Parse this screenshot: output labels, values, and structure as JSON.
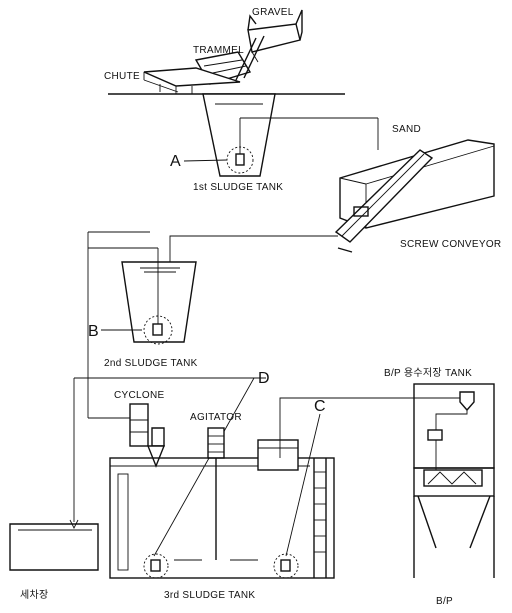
{
  "labels": {
    "gravel": "GRAVEL",
    "trammel": "TRAMMEL",
    "chute": "CHUTE",
    "sand": "SAND",
    "first_tank": "1st SLUDGE TANK",
    "screw_conveyor": "SCREW CONVEYOR",
    "second_tank": "2nd SLUDGE TANK",
    "bp_tank": "B/P 용수저장 TANK",
    "cyclone": "CYCLONE",
    "agitator": "AGITATOR",
    "wash_area": "세차장",
    "third_tank": "3rd SLUDGE TANK",
    "bp": "B/P"
  },
  "markers": {
    "a": "A",
    "b": "B",
    "c": "C",
    "d": "D"
  }
}
